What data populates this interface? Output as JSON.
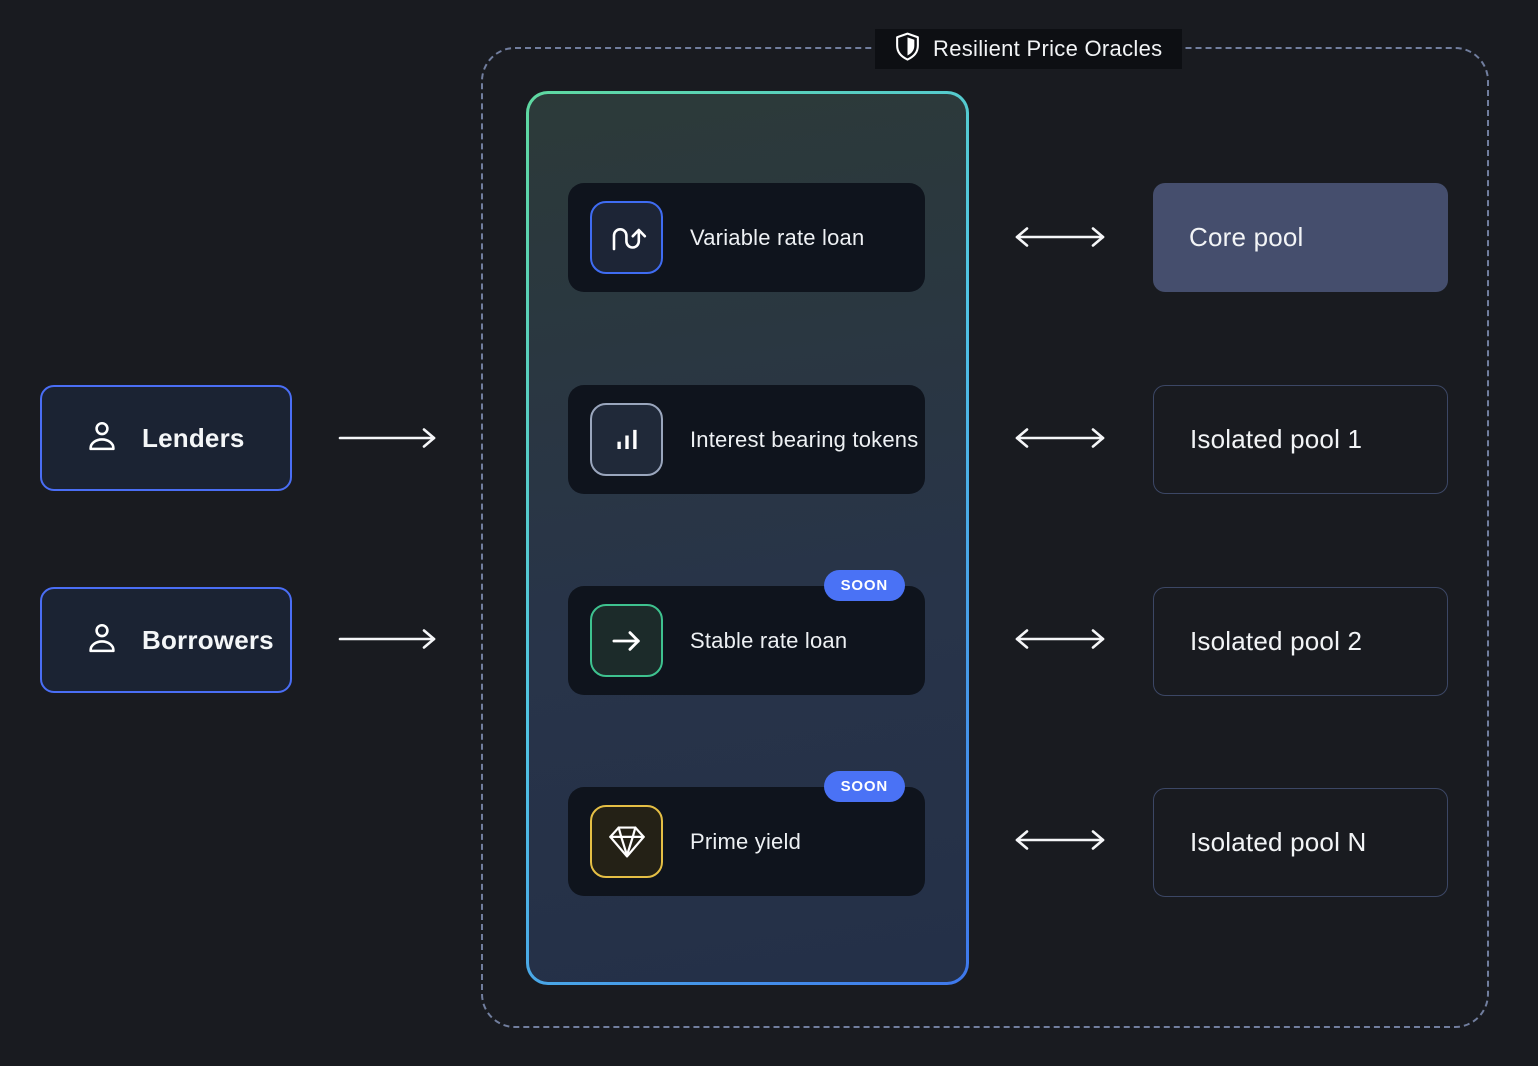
{
  "canvas": {
    "background": "#191b20"
  },
  "actors": [
    {
      "label": "Lenders",
      "icon": "person-icon"
    },
    {
      "label": "Borrowers",
      "icon": "person-icon"
    }
  ],
  "oracle_frame": {
    "title": "Resilient Price Oracles",
    "icon": "shield-icon",
    "border_color": "#717e9e"
  },
  "feature_cards": [
    {
      "label": "Variable rate loan",
      "icon": "variable-rate-icon",
      "accent": "#3f6cf2",
      "badge": ""
    },
    {
      "label": "Interest bearing tokens",
      "icon": "bar-chart-icon",
      "accent": "#9aa6bd",
      "badge": ""
    },
    {
      "label": "Stable rate loan",
      "icon": "arrow-right-icon",
      "accent": "#3ec28f",
      "badge": "SOON"
    },
    {
      "label": "Prime yield",
      "icon": "diamond-icon",
      "accent": "#e5bf45",
      "badge": "SOON"
    }
  ],
  "pools": [
    {
      "label": "Core pool",
      "variant": "filled"
    },
    {
      "label": "Isolated pool 1",
      "variant": "outlined"
    },
    {
      "label": "Isolated pool 2",
      "variant": "outlined"
    },
    {
      "label": "Isolated pool N",
      "variant": "outlined"
    }
  ],
  "colors": {
    "badge_bg": "#4a72f5",
    "actor_border": "#4a6ef5",
    "core_pool_bg": "#454e6d",
    "isolated_pool_border": "#3c4765",
    "gradient_start": "#5fd9a0",
    "gradient_mid": "#50c4e4",
    "gradient_end": "#3e77ec"
  }
}
